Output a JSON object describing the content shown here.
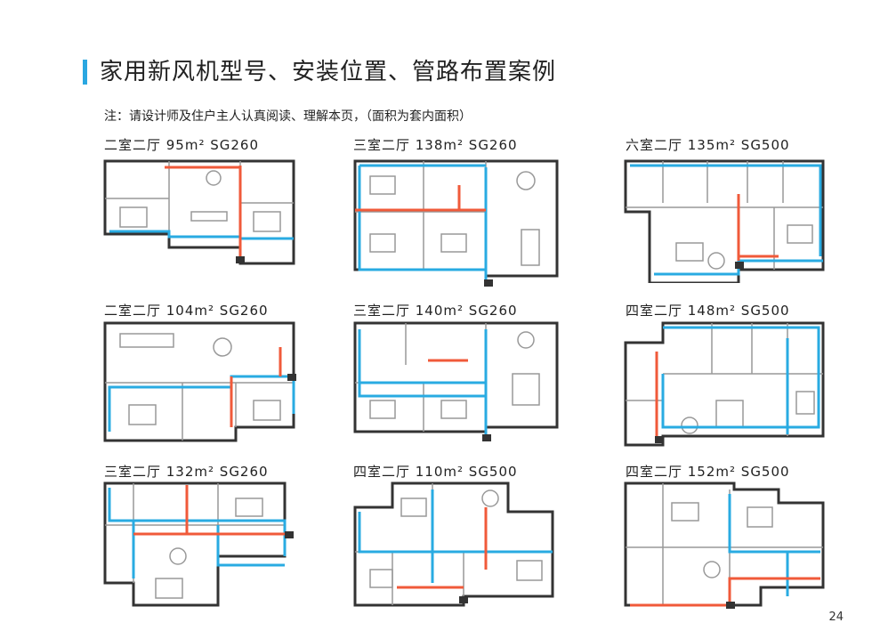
{
  "header": {
    "title": "家用新风机型号、安装位置、管路布置案例",
    "note": "注：请设计师及住户主人认真阅读、理解本页，（面积为套内面积）"
  },
  "plans": [
    {
      "caption": "二室二厅  95m² SG260"
    },
    {
      "caption": "三室二厅  138m² SG260"
    },
    {
      "caption": "六室二厅  135m² SG500"
    },
    {
      "caption": "二室二厅  104m² SG260"
    },
    {
      "caption": "三室二厅  140m² SG260"
    },
    {
      "caption": "四室二厅  148m² SG500"
    },
    {
      "caption": "三室二厅  132m² SG260"
    },
    {
      "caption": "四室二厅  110m² SG500"
    },
    {
      "caption": "四室二厅  152m² SG500"
    }
  ],
  "footer": {
    "page_number": "24"
  },
  "colors": {
    "accent": "#2aa7e1",
    "supply_duct": "#29abe2",
    "exhaust_duct": "#f05a3a"
  }
}
